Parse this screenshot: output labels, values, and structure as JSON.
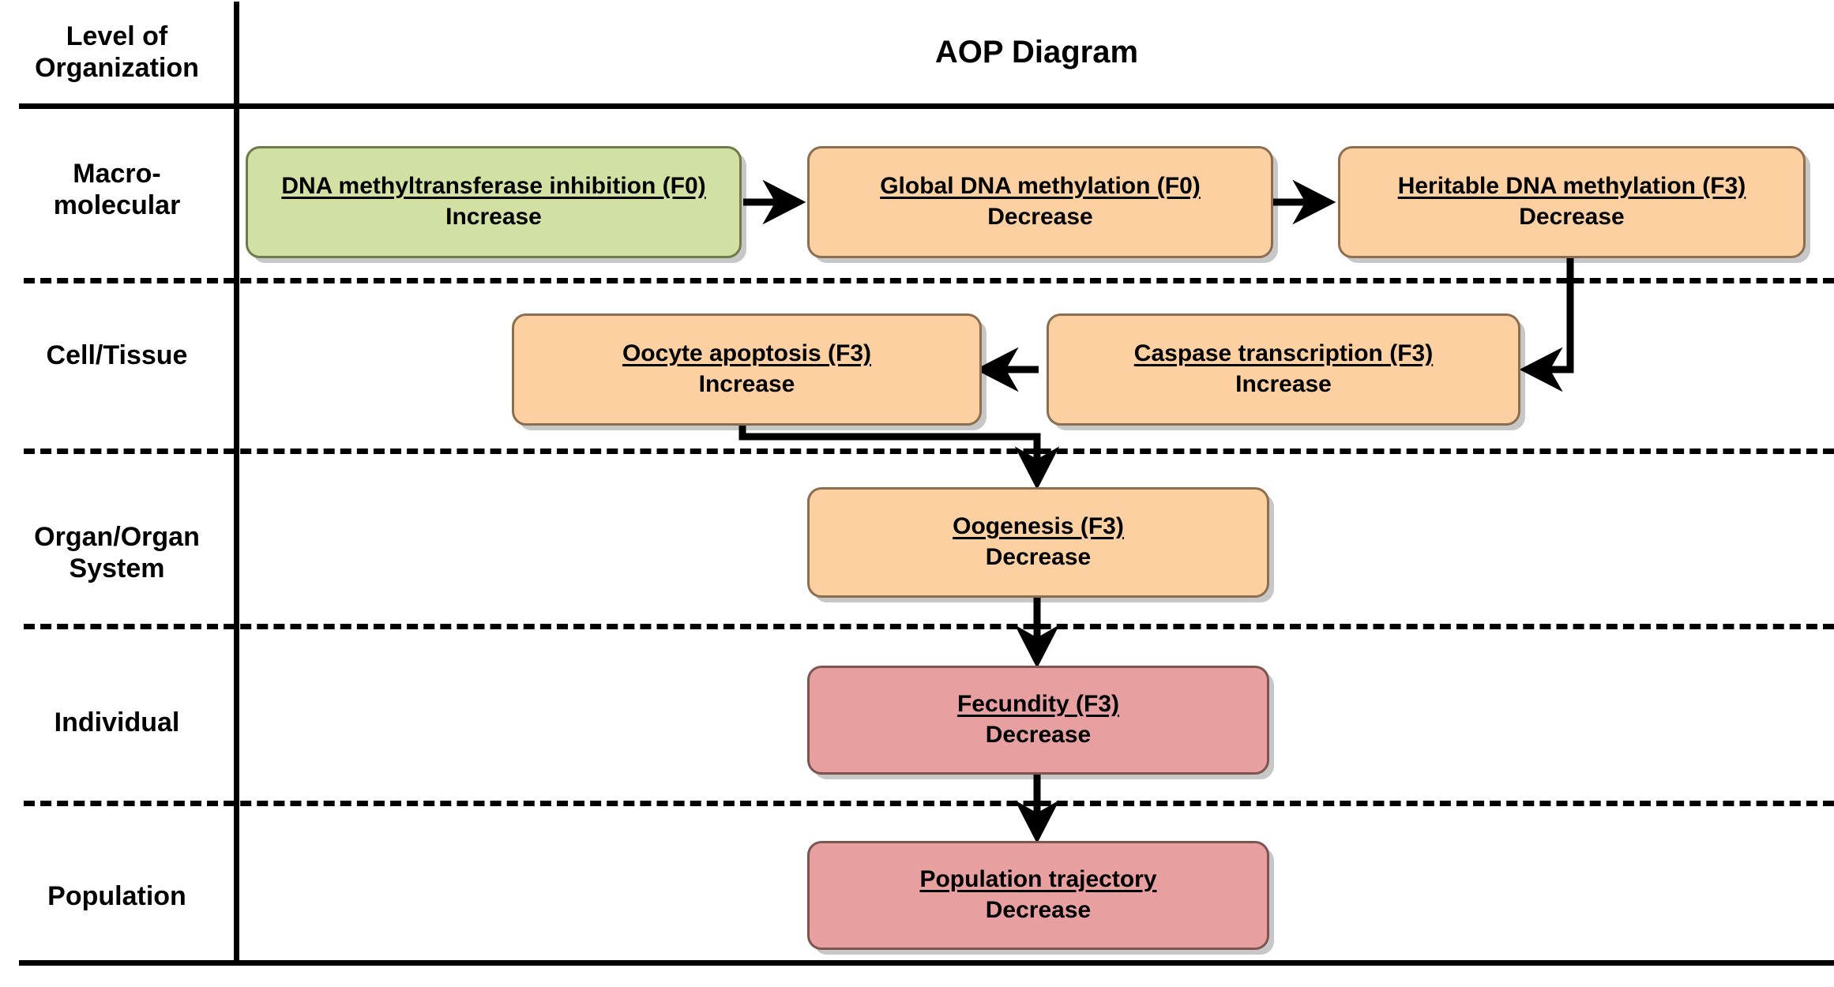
{
  "header": {
    "axis_label_lines": [
      "Level of",
      "Organization"
    ],
    "title": "AOP Diagram"
  },
  "levels": [
    {
      "id": "macromolecular",
      "lines": [
        "Macro-",
        "molecular"
      ]
    },
    {
      "id": "cell-tissue",
      "lines": [
        "Cell/Tissue"
      ]
    },
    {
      "id": "organ-system",
      "lines": [
        "Organ/Organ",
        "System"
      ]
    },
    {
      "id": "individual",
      "lines": [
        "Individual"
      ]
    },
    {
      "id": "population",
      "lines": [
        "Population"
      ]
    }
  ],
  "nodes": [
    {
      "id": "dnmt-inhibition",
      "level": "macromolecular",
      "name": "DNA methyltransferase inhibition (F0)",
      "direction": "Increase",
      "type": "molecular-initiating-event",
      "color": "#d1e0a3"
    },
    {
      "id": "global-dna-methylation",
      "level": "macromolecular",
      "name": "Global DNA methylation (F0)",
      "direction": "Decrease",
      "type": "key-event",
      "color": "#fcd0a0"
    },
    {
      "id": "heritable-dna-methylation",
      "level": "macromolecular",
      "name": "Heritable DNA methylation (F3)",
      "direction": "Decrease",
      "type": "key-event",
      "color": "#fcd0a0"
    },
    {
      "id": "oocyte-apoptosis",
      "level": "cell-tissue",
      "name": "Oocyte apoptosis (F3)",
      "direction": "Increase",
      "type": "key-event",
      "color": "#fcd0a0"
    },
    {
      "id": "caspase-transcription",
      "level": "cell-tissue",
      "name": "Caspase transcription (F3)",
      "direction": "Increase",
      "type": "key-event",
      "color": "#fcd0a0"
    },
    {
      "id": "oogenesis",
      "level": "organ-system",
      "name": "Oogenesis (F3)",
      "direction": "Decrease",
      "type": "key-event",
      "color": "#fcd0a0"
    },
    {
      "id": "fecundity",
      "level": "individual",
      "name": "Fecundity (F3)",
      "direction": "Decrease",
      "type": "adverse-outcome",
      "color": "#e79f9f"
    },
    {
      "id": "population-trajectory",
      "level": "population",
      "name": "Population trajectory",
      "direction": "Decrease",
      "type": "adverse-outcome",
      "color": "#e79f9f"
    }
  ],
  "edges": [
    {
      "from": "dnmt-inhibition",
      "to": "global-dna-methylation"
    },
    {
      "from": "global-dna-methylation",
      "to": "heritable-dna-methylation"
    },
    {
      "from": "heritable-dna-methylation",
      "to": "caspase-transcription"
    },
    {
      "from": "caspase-transcription",
      "to": "oocyte-apoptosis"
    },
    {
      "from": "oocyte-apoptosis",
      "to": "oogenesis"
    },
    {
      "from": "oogenesis",
      "to": "fecundity"
    },
    {
      "from": "fecundity",
      "to": "population-trajectory"
    }
  ],
  "colors": {
    "line": "#000000",
    "node_border_green": "#6f7a4a",
    "node_border_orange": "#8c6e4f",
    "node_border_pink": "#7d5450",
    "background": "#ffffff"
  }
}
